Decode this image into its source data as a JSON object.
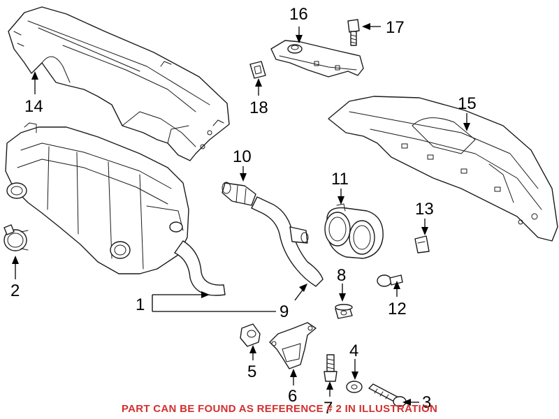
{
  "callouts": {
    "c1": "1",
    "c2": "2",
    "c3": "3",
    "c4": "4",
    "c5": "5",
    "c6": "6",
    "c7": "7",
    "c8": "8",
    "c9": "9",
    "c10": "10",
    "c11": "11",
    "c12": "12",
    "c13": "13",
    "c14": "14",
    "c15": "15",
    "c16": "16",
    "c17": "17",
    "c18": "18"
  },
  "notice": "PART CAN BE FOUND AS REFERENCE # 2 IN ILLUSTRATION",
  "colors": {
    "notice": "#d32f2f",
    "line": "#1a1a1a"
  }
}
